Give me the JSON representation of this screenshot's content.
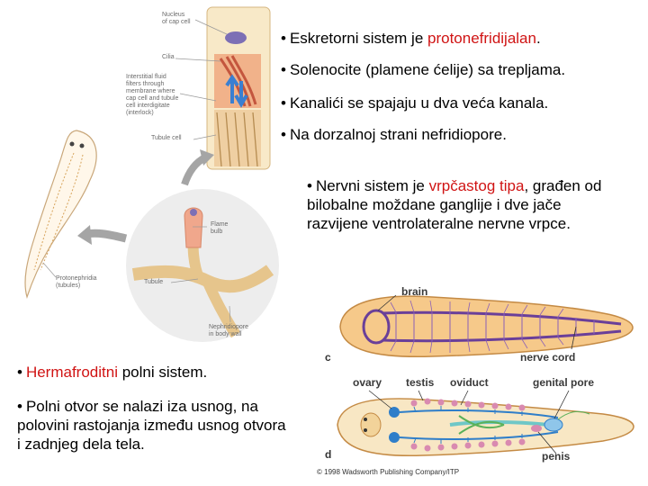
{
  "bullets_top": [
    {
      "before": "Eskretorni sistem je ",
      "highlight": "protonefridijalan",
      "after": "."
    },
    {
      "before": "Solenocite (plamene ćelije) sa trepljama.",
      "highlight": "",
      "after": ""
    },
    {
      "before": "Kanalići se spajaju u dva veća kanala.",
      "highlight": "",
      "after": ""
    },
    {
      "before": "Na dorzalnoj strani nefridiopore.",
      "highlight": "",
      "after": ""
    }
  ],
  "bullet_nervous": {
    "before": "Nervni sistem je ",
    "highlight": "vrpčastog tipa",
    "after": ", građen od bilobalne moždane ganglije i dve jače razvijene ventrolateralne nervne vrpce."
  },
  "bullet_repro": {
    "before": "",
    "highlight": "Hermafroditni",
    "after": " polni sistem."
  },
  "bullet_opening": {
    "text": "Polni otvor se nalazi iza usnog, na polovini rastojanja između usnog otvora i zadnjeg dela tela."
  },
  "bullet_symbol": "•",
  "figure_labels": {
    "nucleus": [
      "Nucleus",
      "of cap cell"
    ],
    "cilia": "Cilia",
    "interstitial": [
      "Interstitial fluid",
      "filters through",
      "membrane where",
      "cap cell and tubule",
      "cell interdigitate",
      "(interlock)"
    ],
    "tubule_cell": "Tubule cell",
    "flame_bulb": [
      "Flame",
      "bulb"
    ],
    "protonephridia": [
      "Protonephridia",
      "(tubules)"
    ],
    "tubule": "Tubule",
    "nephridiopore": [
      "Nephridiopore",
      "in body wall"
    ]
  },
  "worm_labels": {
    "brain": "brain",
    "nerve_cord": "nerve cord",
    "ovary": "ovary",
    "testis": "testis",
    "oviduct": "oviduct",
    "genital_pore": "genital pore",
    "penis": "penis",
    "panel_c": "c",
    "panel_d": "d"
  },
  "copyright": "© 1998 Wadsworth Publishing Company/ITP",
  "colors": {
    "highlight": "#d01414",
    "nerve": "#5b3a8a",
    "body": "#f5c98a",
    "repro_blue": "#3a8fd6"
  }
}
